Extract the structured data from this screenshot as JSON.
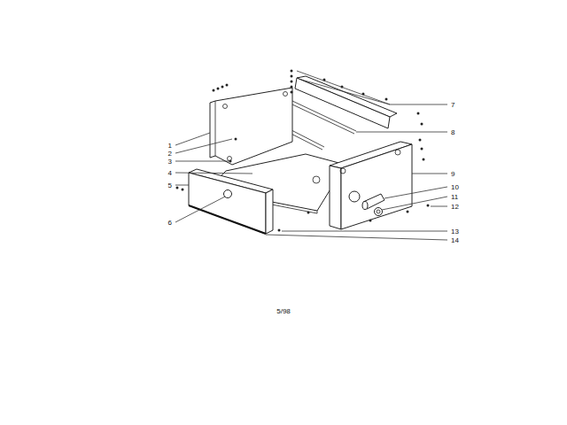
{
  "diagram": {
    "labels": [
      "1",
      "2",
      "3",
      "4",
      "5",
      "6",
      "7",
      "8",
      "9",
      "10",
      "11",
      "12",
      "13",
      "14",
      "5/98"
    ]
  }
}
